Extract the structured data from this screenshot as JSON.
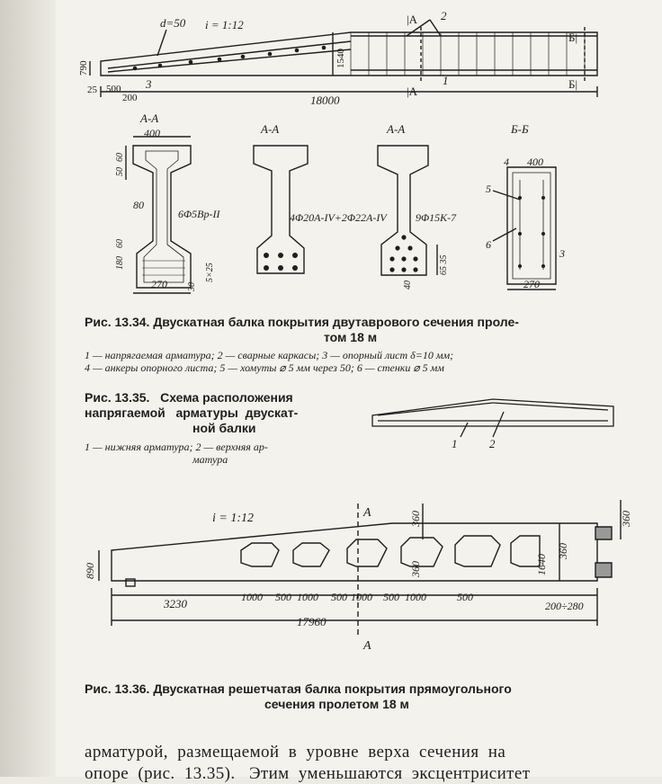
{
  "figures": {
    "fig1334": {
      "caption_number": "Рис. 13.34.",
      "caption_title_1": "Двускатная балка покрытия двутаврового сечения проле-",
      "caption_title_2": "том 18 м",
      "legend_1": "1 — напрягаемая арматура; 2 — сварные каркасы; 3 — опорный лист δ=10 мм;",
      "legend_2": "4 — анкеры опорного листа; 5 — хомуты ⌀ 5 мм через 50; 6 — стенки ⌀ 5 мм",
      "labels": {
        "d": "d=50",
        "slope": "i = 1:12",
        "h_support": "790",
        "h_mid": "1540",
        "dim_25": "25",
        "dim_500": "500",
        "dim_200": "200",
        "span": "18000",
        "cut_a1": "|A",
        "cut_a2": "|A",
        "cut_b1": "Б|",
        "cut_b2": "Б|",
        "mark_1": "1",
        "mark_2": "2",
        "mark_3": "3",
        "sec1_title": "А-А",
        "sec2_title": "А-А",
        "sec3_title": "А-А",
        "sec4_title": "Б-Б",
        "w_400": "400",
        "w_400b": "400",
        "w_270": "270",
        "w_270b": "270",
        "d_50": "50",
        "d_60": "60",
        "d_80": "80",
        "d_180": "180",
        "d_60b": "60",
        "d_5x25": "5×25",
        "d_30": "30",
        "d_40": "40",
        "d_65": "65 35",
        "rebar_1": "6Φ5Bр-II",
        "rebar_2": "4Φ20A-IV+2Φ22A-IV",
        "rebar_3": "9Φ15K-7",
        "m4": "4",
        "m5": "5",
        "m6": "6",
        "m3": "3"
      }
    },
    "fig1335": {
      "caption_line_1": "Рис. 13.35.   Схема расположения",
      "caption_line_2": "напрягаемой   арматуры  двускат-",
      "caption_line_3": "ной балки",
      "legend_1": "1 — нижняя арматура; 2 — верхняя ар-",
      "legend_2": "матура",
      "mark_1": "1",
      "mark_2": "2"
    },
    "fig1336": {
      "caption_number": "Рис. 13.36.",
      "caption_title_1": "Двускатная решетчатая балка покрытия прямоугольного",
      "caption_title_2": "сечения пролетом 18 м",
      "labels": {
        "slope": "i = 1:12",
        "cut_top": "A",
        "cut_bottom": "A",
        "h_890": "890",
        "h_360a": "360",
        "h_360b": "360",
        "h_360c": "360",
        "h_360d": "360",
        "h_1640": "1640",
        "d_3230": "3230",
        "d_1000a": "1000",
        "d_500a": "500",
        "d_1000b": "1000",
        "d_500b": "500",
        "d_1000c": "1000",
        "d_500c": "500",
        "d_1000d": "1000",
        "d_500d": "500",
        "span": "17960",
        "d_200_280": "200÷280"
      }
    }
  },
  "body_text": {
    "line_1": "арматурой,  размещаемой  в  уровне  верха  сечения  на",
    "line_2": "опоре  (рис.  13.35).   Этим  уменьшаются  эксцентриситет"
  }
}
